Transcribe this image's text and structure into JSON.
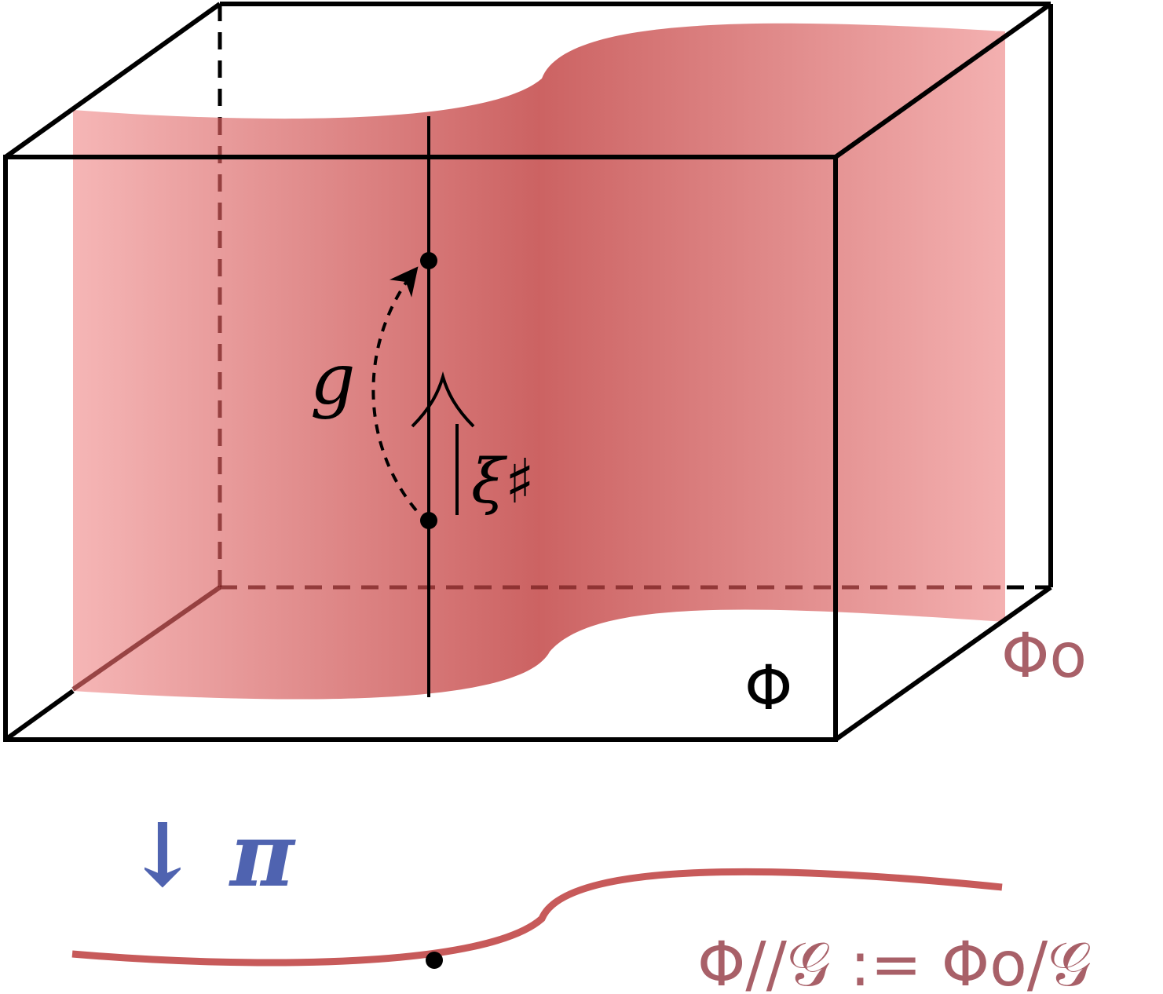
{
  "labels": {
    "g": "g",
    "xi_sharp": "ξ♯",
    "phi": "Φ",
    "phi_o": "Φo",
    "pi": "↓ π",
    "quotient": "Φ//𝒢 := Φo/𝒢"
  },
  "colors": {
    "box_stroke": "#000000",
    "surface_light": "#f4aeae",
    "surface_dark": "#c95a5a",
    "hidden_edge": "#7a2020",
    "label_mauve": "#a86068",
    "pi_blue": "#4f63b0",
    "curve_red": "#c75a5a"
  }
}
